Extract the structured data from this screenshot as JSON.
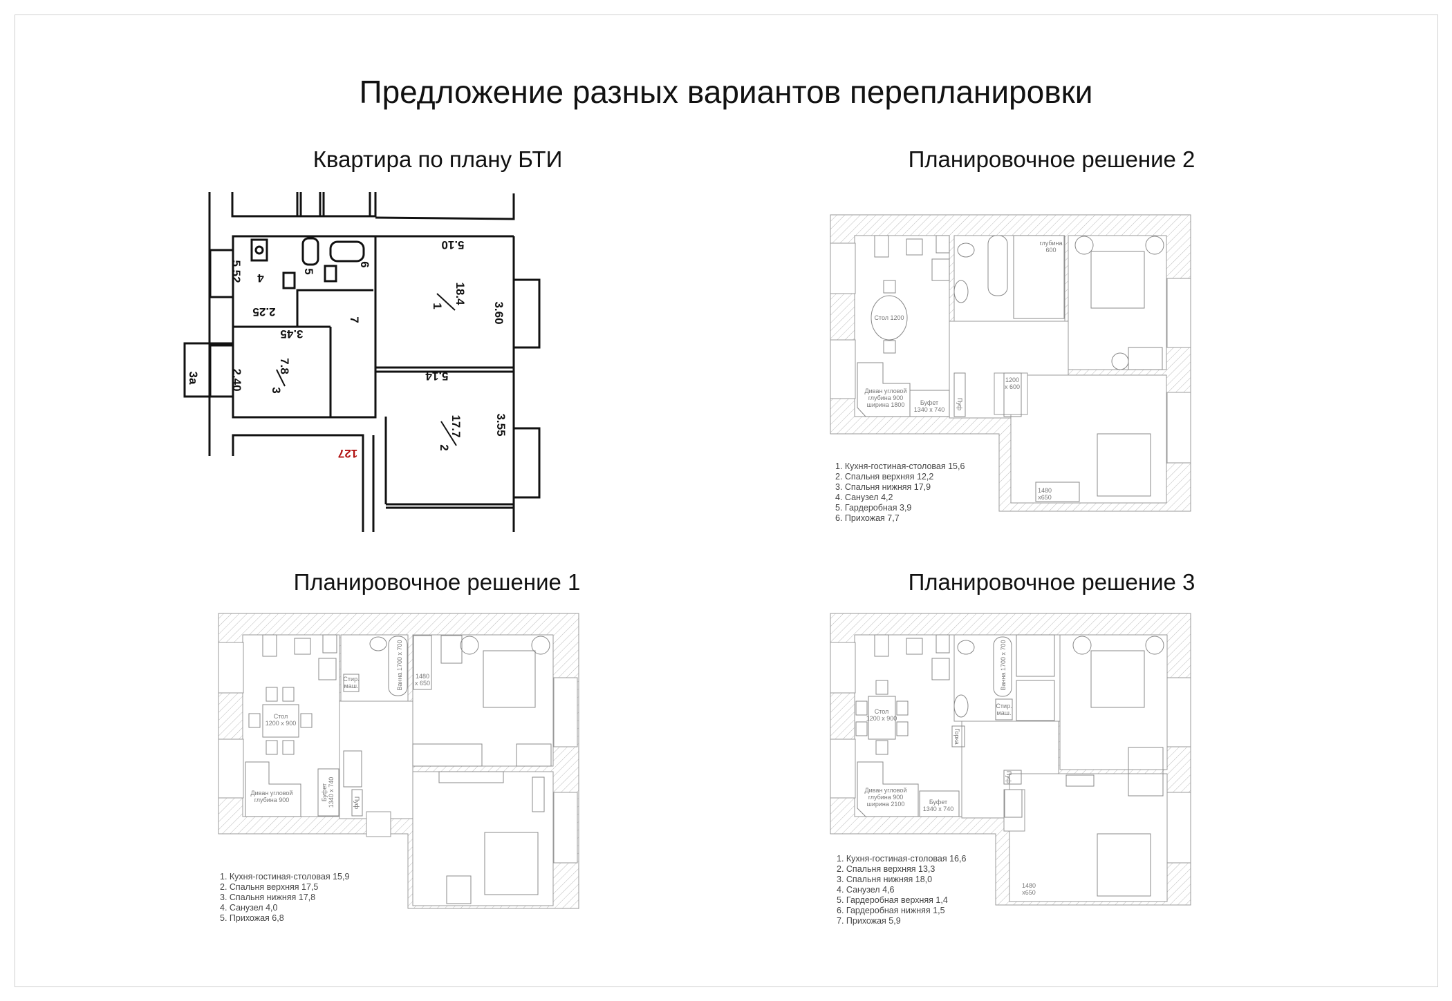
{
  "page_title": "Предложение разных вариантов перепланировки",
  "bti": {
    "heading": "Квартира по плану БТИ",
    "labels": {
      "dim_510": "5.10",
      "room1_num": "1",
      "room1_area": "18.4",
      "dim_360": "3.60",
      "dim_552": "5.52",
      "room4_num": "4",
      "dim_225": "2.25",
      "dim_345": "3.45",
      "room7_num": "7",
      "room5_num": "5",
      "room6_num": "6",
      "room3_num": "3",
      "room3_area": "7.8",
      "dim_240": "2.40",
      "room3a": "3a",
      "dim_514": "5.14",
      "room2_num": "2",
      "room2_area": "17.7",
      "dim_355": "3.55",
      "apt_number": "127"
    },
    "apt_number_color": "#b01010"
  },
  "plan1": {
    "heading": "Планировочное решение 1",
    "labels": {
      "table": "Стол",
      "table_size": "1200 x 900",
      "sofa1": "Диван угловой",
      "sofa2": "глубина 900",
      "buffet": "Буфет",
      "buffet_size": "1340 x 740",
      "pouf": "Пуф",
      "washer1": "Стир.",
      "washer2": "маш.",
      "bath": "Ванна 1700 x 700",
      "wardrobe1": "1480",
      "wardrobe2": "x 650"
    },
    "legend": [
      "1. Кухня-гостиная-столовая 15,9",
      "2. Спальня верхняя 17,5",
      "3. Спальня нижняя 17,8",
      "4. Санузел 4,0",
      "5. Прихожая 6,8"
    ]
  },
  "plan2": {
    "heading": "Планировочное решение 2",
    "labels": {
      "table": "Стол 1200",
      "sofa1": "Диван угловой",
      "sofa2": "глубина 900",
      "sofa3": "ширина 1800",
      "buffet": "Буфет",
      "buffet_size": "1340 x 740",
      "pouf": "Пуф",
      "depth1": "глубина",
      "depth2": "600",
      "closet1": "1200",
      "closet2": "x 600",
      "wardrobe1": "1480",
      "wardrobe2": "x650"
    },
    "legend": [
      "1. Кухня-гостиная-столовая 15,6",
      "2. Спальня верхняя 12,2",
      "3. Спальня нижняя 17,9",
      "4. Санузел 4,2",
      "5. Гардеробная 3,9",
      "6. Прихожая 7,7"
    ]
  },
  "plan3": {
    "heading": "Планировочное решение 3",
    "labels": {
      "table": "Стол",
      "table_size": "1200 x 900",
      "sofa1": "Диван угловой",
      "sofa2": "глубина 900",
      "sofa3": "ширина 2100",
      "buffet": "Буфет",
      "buffet_size": "1340 x 740",
      "pouf": "Пуф",
      "gorka": "Горка",
      "washer1": "Стир.",
      "washer2": "маш.",
      "bath": "Ванна 1700 x 700",
      "wardrobe1": "1480",
      "wardrobe2": "x650"
    },
    "legend": [
      "1. Кухня-гостиная-столовая 16,6",
      "2. Спальня верхняя 13,3",
      "3. Спальня нижняя 18,0",
      "4. Санузел 4,6",
      "5. Гардеробная верхняя 1,4",
      "6. Гардеробная нижняя 1,5",
      "7. Прихожая 5,9"
    ]
  }
}
